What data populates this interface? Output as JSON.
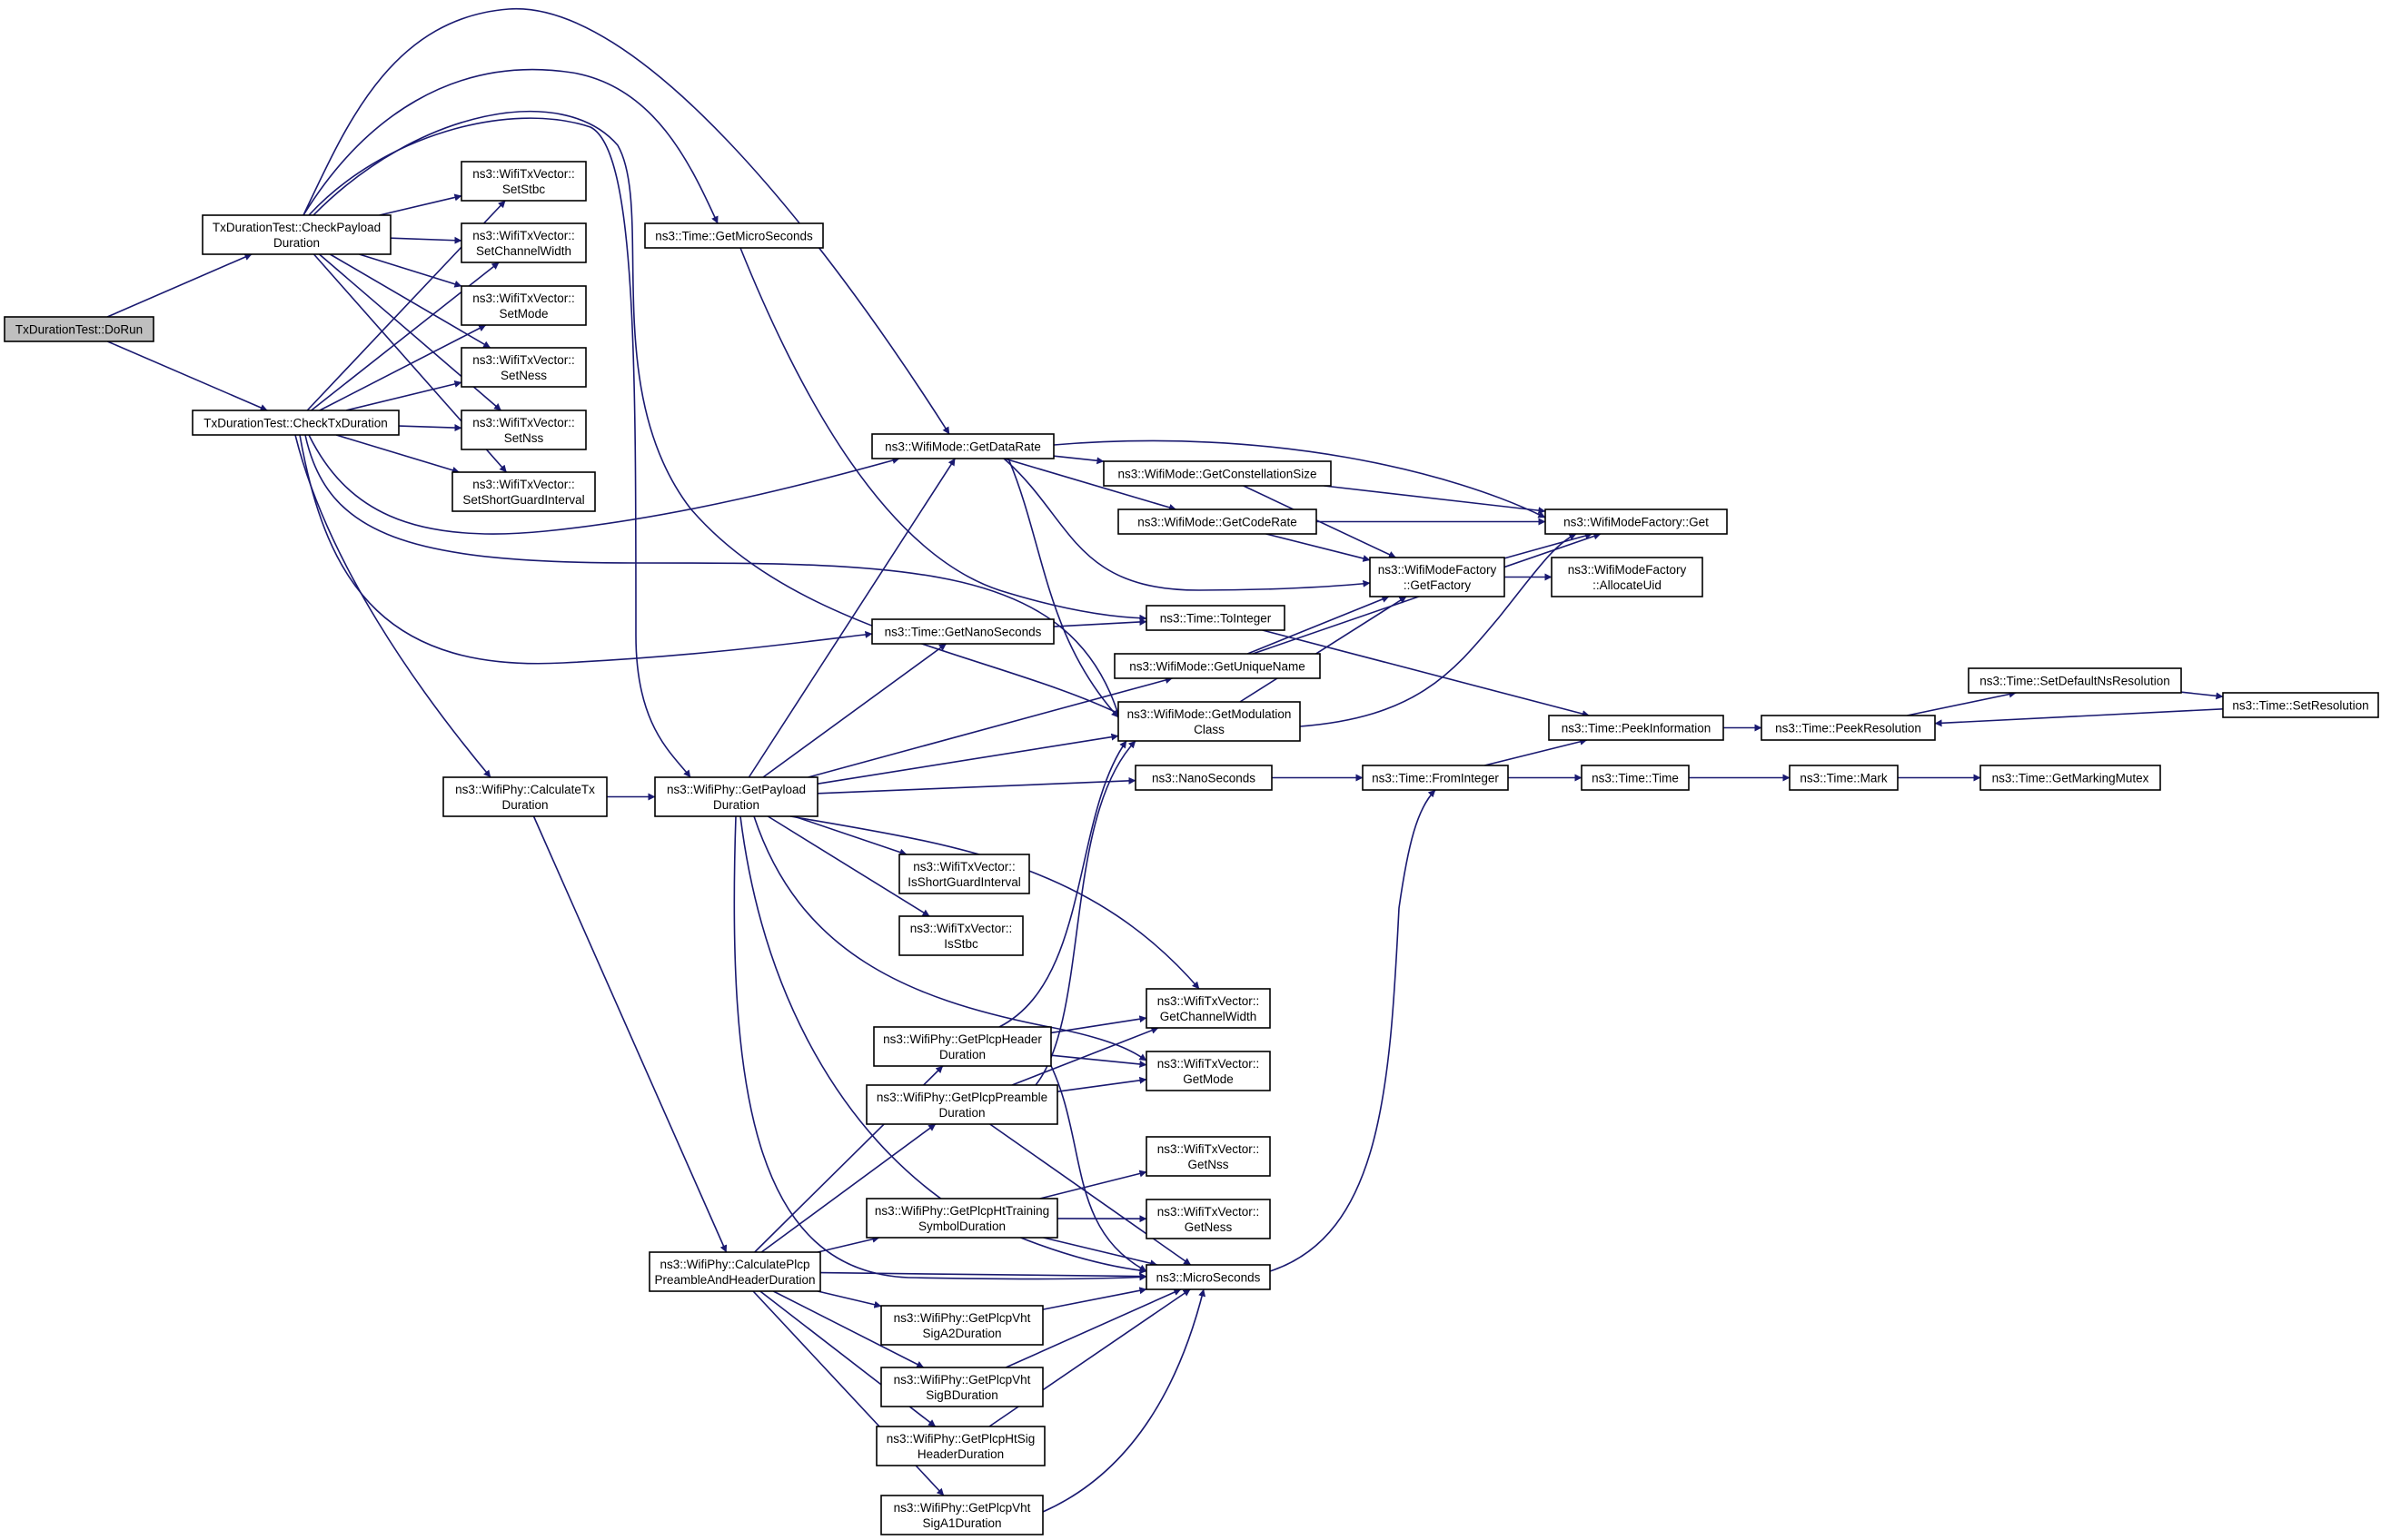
{
  "graph": {
    "nodes": [
      {
        "id": "n_dorun",
        "label": [
          "TxDurationTest::DoRun"
        ],
        "root": true
      },
      {
        "id": "n_checkpayload",
        "label": [
          "TxDurationTest::CheckPayload",
          "Duration"
        ]
      },
      {
        "id": "n_checktx",
        "label": [
          "TxDurationTest::CheckTxDuration"
        ]
      },
      {
        "id": "n_setstbc",
        "label": [
          "ns3::WifiTxVector::",
          "SetStbc"
        ]
      },
      {
        "id": "n_setchannelwidth",
        "label": [
          "ns3::WifiTxVector::",
          "SetChannelWidth"
        ]
      },
      {
        "id": "n_setmode",
        "label": [
          "ns3::WifiTxVector::",
          "SetMode"
        ]
      },
      {
        "id": "n_setness",
        "label": [
          "ns3::WifiTxVector::",
          "SetNess"
        ]
      },
      {
        "id": "n_setnss",
        "label": [
          "ns3::WifiTxVector::",
          "SetNss"
        ]
      },
      {
        "id": "n_setsgi",
        "label": [
          "ns3::WifiTxVector::",
          "SetShortGuardInterval"
        ]
      },
      {
        "id": "n_getmicro",
        "label": [
          "ns3::Time::GetMicroSeconds"
        ]
      },
      {
        "id": "n_getdatarate",
        "label": [
          "ns3::WifiMode::GetDataRate"
        ]
      },
      {
        "id": "n_getconst",
        "label": [
          "ns3::WifiMode::GetConstellationSize"
        ]
      },
      {
        "id": "n_getcoderate",
        "label": [
          "ns3::WifiMode::GetCodeRate"
        ]
      },
      {
        "id": "n_factoryget",
        "label": [
          "ns3::WifiModeFactory::Get"
        ]
      },
      {
        "id": "n_getfactory",
        "label": [
          "ns3::WifiModeFactory",
          "::GetFactory"
        ]
      },
      {
        "id": "n_allocuid",
        "label": [
          "ns3::WifiModeFactory",
          "::AllocateUid"
        ]
      },
      {
        "id": "n_getnano",
        "label": [
          "ns3::Time::GetNanoSeconds"
        ]
      },
      {
        "id": "n_tointeger",
        "label": [
          "ns3::Time::ToInteger"
        ]
      },
      {
        "id": "n_getuniquename",
        "label": [
          "ns3::WifiMode::GetUniqueName"
        ]
      },
      {
        "id": "n_getmodclass",
        "label": [
          "ns3::WifiMode::GetModulation",
          "Class"
        ]
      },
      {
        "id": "n_peekinfo",
        "label": [
          "ns3::Time::PeekInformation"
        ]
      },
      {
        "id": "n_peekres",
        "label": [
          "ns3::Time::PeekResolution"
        ]
      },
      {
        "id": "n_setdefaultns",
        "label": [
          "ns3::Time::SetDefaultNsResolution"
        ]
      },
      {
        "id": "n_setresolution",
        "label": [
          "ns3::Time::SetResolution"
        ]
      },
      {
        "id": "n_calctx",
        "label": [
          "ns3::WifiPhy::CalculateTx",
          "Duration"
        ]
      },
      {
        "id": "n_getpayload",
        "label": [
          "ns3::WifiPhy::GetPayload",
          "Duration"
        ]
      },
      {
        "id": "n_nanoseconds",
        "label": [
          "ns3::NanoSeconds"
        ]
      },
      {
        "id": "n_frominteger",
        "label": [
          "ns3::Time::FromInteger"
        ]
      },
      {
        "id": "n_timetime",
        "label": [
          "ns3::Time::Time"
        ]
      },
      {
        "id": "n_mark",
        "label": [
          "ns3::Time::Mark"
        ]
      },
      {
        "id": "n_getmarkingmutex",
        "label": [
          "ns3::Time::GetMarkingMutex"
        ]
      },
      {
        "id": "n_issgi",
        "label": [
          "ns3::WifiTxVector::",
          "IsShortGuardInterval"
        ]
      },
      {
        "id": "n_isstbc",
        "label": [
          "ns3::WifiTxVector::",
          "IsStbc"
        ]
      },
      {
        "id": "n_getchannelwidth",
        "label": [
          "ns3::WifiTxVector::",
          "GetChannelWidth"
        ]
      },
      {
        "id": "n_getmode",
        "label": [
          "ns3::WifiTxVector::",
          "GetMode"
        ]
      },
      {
        "id": "n_getnss",
        "label": [
          "ns3::WifiTxVector::",
          "GetNss"
        ]
      },
      {
        "id": "n_getness",
        "label": [
          "ns3::WifiTxVector::",
          "GetNess"
        ]
      },
      {
        "id": "n_microseconds",
        "label": [
          "ns3::MicroSeconds"
        ]
      },
      {
        "id": "n_plcpheader",
        "label": [
          "ns3::WifiPhy::GetPlcpHeader",
          "Duration"
        ]
      },
      {
        "id": "n_plcppreamble",
        "label": [
          "ns3::WifiPhy::GetPlcpPreamble",
          "Duration"
        ]
      },
      {
        "id": "n_plcphttraining",
        "label": [
          "ns3::WifiPhy::GetPlcpHtTraining",
          "SymbolDuration"
        ]
      },
      {
        "id": "n_calcplcp",
        "label": [
          "ns3::WifiPhy::CalculatePlcp",
          "PreambleAndHeaderDuration"
        ]
      },
      {
        "id": "n_sigA2",
        "label": [
          "ns3::WifiPhy::GetPlcpVht",
          "SigA2Duration"
        ]
      },
      {
        "id": "n_sigB",
        "label": [
          "ns3::WifiPhy::GetPlcpVht",
          "SigBDuration"
        ]
      },
      {
        "id": "n_htsig",
        "label": [
          "ns3::WifiPhy::GetPlcpHtSig",
          "HeaderDuration"
        ]
      },
      {
        "id": "n_sigA1",
        "label": [
          "ns3::WifiPhy::GetPlcpVht",
          "SigA1Duration"
        ]
      }
    ]
  }
}
